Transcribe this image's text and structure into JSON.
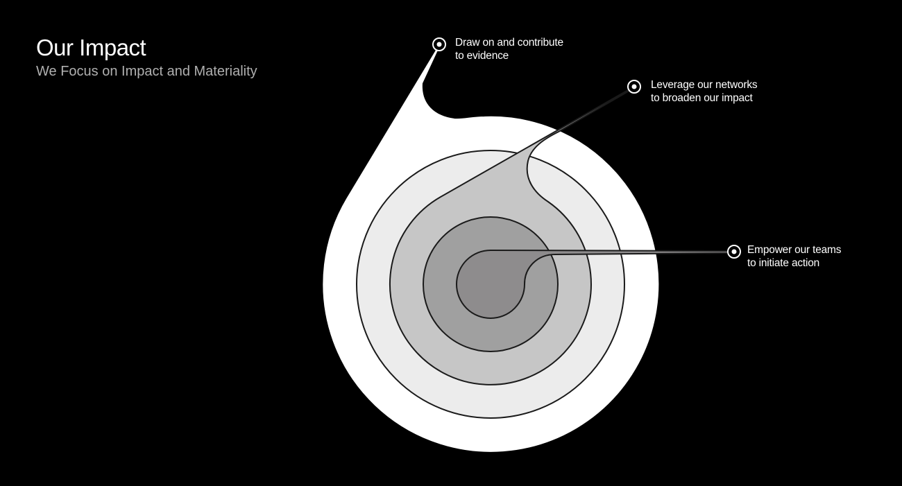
{
  "header": {
    "title": "Our Impact",
    "subtitle": "We Focus on Impact and Materiality"
  },
  "diagram": {
    "callouts": [
      {
        "line1": "Draw on and contribute",
        "line2": "to evidence"
      },
      {
        "line1": "Leverage our networks",
        "line2": "to broaden our impact"
      },
      {
        "line1": "Empower our teams",
        "line2": "to initiate action"
      }
    ],
    "colors": {
      "background": "#000000",
      "outer": "#ffffff",
      "ring2": "#ececec",
      "ring3": "#c6c6c6",
      "ring4": "#a0a0a0",
      "core": "#8e8c8d",
      "stroke": "#1a1a1a"
    }
  }
}
